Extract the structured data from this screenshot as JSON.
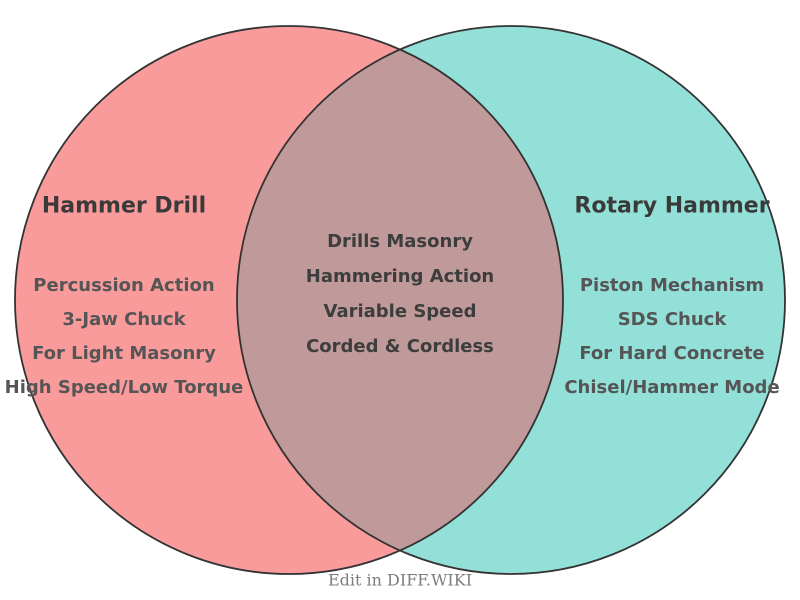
{
  "chart_data": {
    "type": "venn",
    "title": "",
    "sets": [
      {
        "label": "Hammer Drill",
        "unique_items": [
          "Percussion Action",
          "3-Jaw Chuck",
          "For Light Masonry",
          "High Speed/Low Torque"
        ]
      },
      {
        "label": "Rotary Hammer",
        "unique_items": [
          "Piston Mechanism",
          "SDS Chuck",
          "For Hard Concrete",
          "Chisel/Hammer Mode"
        ]
      }
    ],
    "intersection_items": [
      "Drills Masonry",
      "Hammering Action",
      "Variable Speed",
      "Corded & Cordless"
    ]
  },
  "venn": {
    "left": {
      "title": "Hammer Drill",
      "items": [
        "Percussion Action",
        "3-Jaw Chuck",
        "For Light Masonry",
        "High Speed/Low Torque"
      ]
    },
    "right": {
      "title": "Rotary Hammer",
      "items": [
        "Piston Mechanism",
        "SDS Chuck",
        "For Hard Concrete",
        "Chisel/Hammer Mode"
      ]
    },
    "center": {
      "items": [
        "Drills Masonry",
        "Hammering Action",
        "Variable Speed",
        "Corded & Cordless"
      ]
    }
  },
  "footer": {
    "edit_label": "Edit in DIFF.WIKI"
  },
  "colors": {
    "left_fill": "#FA9B9B",
    "right_fill": "#93E0D8",
    "overlap_fill": "#C09A9A",
    "outline": "#333333",
    "title_text": "#3a3a3a",
    "item_text": "#555555",
    "center_text": "#3d3d3d",
    "footer_text": "#7d7d7d",
    "background": "#ffffff"
  }
}
